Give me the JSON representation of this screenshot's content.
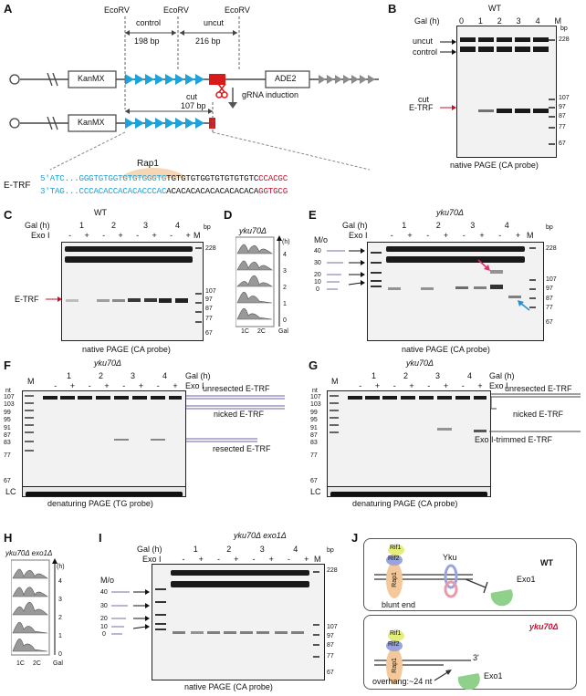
{
  "panels": {
    "a": "A",
    "b": "B",
    "c": "C",
    "d": "D",
    "e": "E",
    "f": "F",
    "g": "G",
    "h": "H",
    "i": "I",
    "j": "J"
  },
  "panelA": {
    "ecorv": "EcoRV",
    "control": "control",
    "control_bp": "198 bp",
    "uncut": "uncut",
    "uncut_bp": "216 bp",
    "kanmx": "KanMX",
    "ade2": "ADE2",
    "gRNA": "gRNA induction",
    "cut": "cut",
    "cut_bp": "107 bp",
    "rap1": "Rap1",
    "etrf": "E-TRF",
    "seq1_blue": "5'ATC...GGGTGTGGTG",
    "seq1_mid": "TGTGGGTG",
    "seq1_dark": "TGTGTGTGGTGTGTGTGTC",
    "seq1_red": "CCACGC",
    "seq2_blue": "3'TAG...CCCACACCACAC",
    "seq2_mid": "ACCCAC",
    "seq2_dark": "ACACACACACACACACACA",
    "seq2_red": "GGTGCG"
  },
  "panelB": {
    "title": "WT",
    "gal": "Gal (h)",
    "lanes": [
      "0",
      "1",
      "2",
      "3",
      "4",
      "M"
    ],
    "bp": "bp",
    "uncut": "uncut",
    "control": "control",
    "cut": "cut",
    "etrf": "E-TRF",
    "markers": [
      "228",
      "107",
      "97",
      "87",
      "77",
      "67"
    ],
    "caption": "native PAGE (CA probe)"
  },
  "panelC": {
    "title": "WT",
    "gal": "Gal (h)",
    "times": [
      "1",
      "2",
      "3",
      "4"
    ],
    "exo": "Exo I",
    "minus": "-",
    "plus": "+",
    "m": "M",
    "bp": "bp",
    "etrf": "E-TRF",
    "markers": [
      "228",
      "107",
      "97",
      "87",
      "77",
      "67"
    ],
    "caption": "native PAGE (CA probe)"
  },
  "panelD": {
    "title": "yku70Δ",
    "h": "(h)",
    "ticks": [
      "4",
      "3",
      "2",
      "1",
      "0"
    ],
    "x1": "1C",
    "x2": "2C",
    "gal": "Gal"
  },
  "panelE": {
    "title": "yku70Δ",
    "gal": "Gal (h)",
    "times": [
      "1",
      "2",
      "3",
      "4"
    ],
    "exo": "Exo I",
    "minus": "-",
    "plus": "+",
    "m": "M",
    "bp": "bp",
    "mo": "M/o",
    "mo_ticks": [
      "40",
      "30",
      "20",
      "10",
      "0"
    ],
    "markers": [
      "228",
      "107",
      "97",
      "87",
      "77",
      "67"
    ],
    "caption": "native PAGE (CA probe)"
  },
  "panelF": {
    "title": "yku70Δ",
    "m": "M",
    "nt": "nt",
    "times": [
      "1",
      "2",
      "3",
      "4"
    ],
    "gal": "Gal (h)",
    "exo": "Exo I",
    "minus": "-",
    "plus": "+",
    "markers": [
      "107",
      "103",
      "99",
      "95",
      "91",
      "87",
      "83",
      "77",
      "67"
    ],
    "unresected": "unresected E-TRF",
    "nicked": "nicked E-TRF",
    "resected": "resected E-TRF",
    "lc": "LC",
    "caption": "denaturing PAGE (TG probe)"
  },
  "panelG": {
    "title": "yku70Δ",
    "m": "M",
    "nt": "nt",
    "times": [
      "1",
      "2",
      "3",
      "4"
    ],
    "gal": "Gal (h)",
    "exo": "Exo I",
    "minus": "-",
    "plus": "+",
    "markers": [
      "107",
      "103",
      "99",
      "95",
      "91",
      "87",
      "83",
      "77",
      "67"
    ],
    "unresected": "unresected E-TRF",
    "nicked": "nicked E-TRF",
    "trimmed": "Exo I-trimmed E-TRF",
    "lc": "LC",
    "caption": "denaturing PAGE (CA probe)"
  },
  "panelH": {
    "title": "yku70Δ exo1Δ",
    "h": "(h)",
    "ticks": [
      "4",
      "3",
      "2",
      "1",
      "0"
    ],
    "x1": "1C",
    "x2": "2C",
    "gal": "Gal"
  },
  "panelI": {
    "title": "yku70Δ exo1Δ",
    "gal": "Gal (h)",
    "times": [
      "1",
      "2",
      "3",
      "4"
    ],
    "exo": "Exo I",
    "minus": "-",
    "plus": "+",
    "m": "M",
    "bp": "bp",
    "mo": "M/o",
    "mo_ticks": [
      "40",
      "30",
      "20",
      "10",
      "0"
    ],
    "markers": [
      "228",
      "107",
      "97",
      "87",
      "77",
      "67"
    ],
    "caption": "native PAGE (CA probe)"
  },
  "panelJ": {
    "rif1": "Rif1",
    "rif2": "Rif2",
    "rap1": "Rap1",
    "yku": "Yku",
    "wt": "WT",
    "exo1": "Exo1",
    "blunt": "blunt end",
    "mut": "yku70Δ",
    "three": "3'",
    "overhang": "overhang:~24 nt"
  },
  "colors": {
    "red": "#c8102e",
    "blue_seq": "#1aa0d8",
    "triangle": "#1ba3dc",
    "gray_triangle": "#888888",
    "rap1": "#f3c89a",
    "rif1": "#e4ee7a",
    "rif2": "#9aa4dc",
    "exo1": "#8fd18a",
    "pink_arrow": "#e0306a",
    "blue_arrow": "#2c8fd0"
  }
}
